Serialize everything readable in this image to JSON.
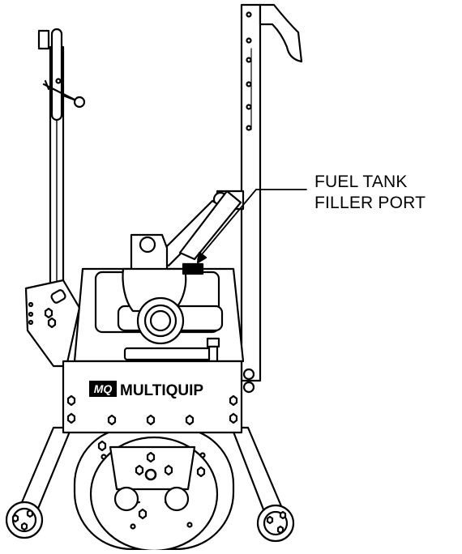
{
  "callout": {
    "line1": "FUEL TANK",
    "line2": "FILLER PORT"
  },
  "brand": {
    "logo_mark": "MQ",
    "name": "MULTIQUIP"
  },
  "colors": {
    "ink": "#000000",
    "paper": "#ffffff"
  }
}
